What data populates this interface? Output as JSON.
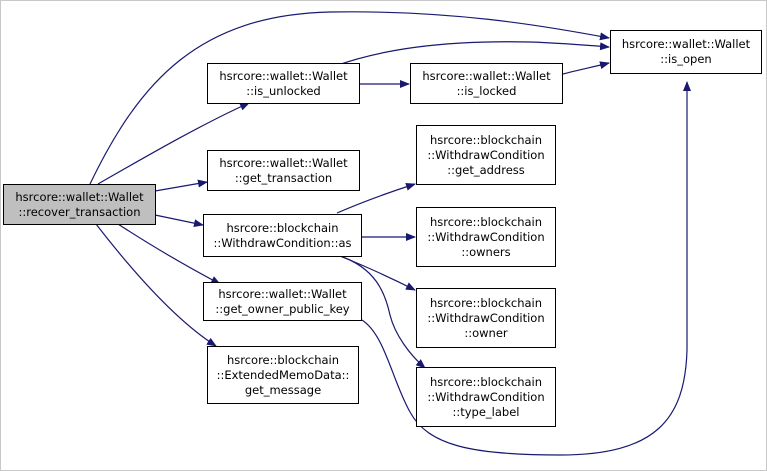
{
  "colors": {
    "edge": "#191970",
    "node_border": "#000000",
    "node_fill": "#ffffff",
    "root_fill": "#bfbfbf"
  },
  "nodes": {
    "recover_transaction": {
      "line1": "hsrcore::wallet::Wallet",
      "line2": "::recover_transaction"
    },
    "is_open": {
      "line1": "hsrcore::wallet::Wallet",
      "line2": "::is_open"
    },
    "is_unlocked": {
      "line1": "hsrcore::wallet::Wallet",
      "line2": "::is_unlocked"
    },
    "is_locked": {
      "line1": "hsrcore::wallet::Wallet",
      "line2": "::is_locked"
    },
    "get_transaction": {
      "line1": "hsrcore::wallet::Wallet",
      "line2": "::get_transaction"
    },
    "withdraw_as": {
      "line1": "hsrcore::blockchain",
      "line2": "::WithdrawCondition::as"
    },
    "get_owner_public_key": {
      "line1": "hsrcore::wallet::Wallet",
      "line2": "::get_owner_public_key"
    },
    "get_message": {
      "line1": "hsrcore::blockchain",
      "line2": "::ExtendedMemoData::",
      "line3": "get_message"
    },
    "get_address": {
      "line1": "hsrcore::blockchain",
      "line2": "::WithdrawCondition",
      "line3": "::get_address"
    },
    "owners": {
      "line1": "hsrcore::blockchain",
      "line2": "::WithdrawCondition",
      "line3": "::owners"
    },
    "owner": {
      "line1": "hsrcore::blockchain",
      "line2": "::WithdrawCondition",
      "line3": "::owner"
    },
    "type_label": {
      "line1": "hsrcore::blockchain",
      "line2": "::WithdrawCondition",
      "line3": "::type_label"
    }
  }
}
